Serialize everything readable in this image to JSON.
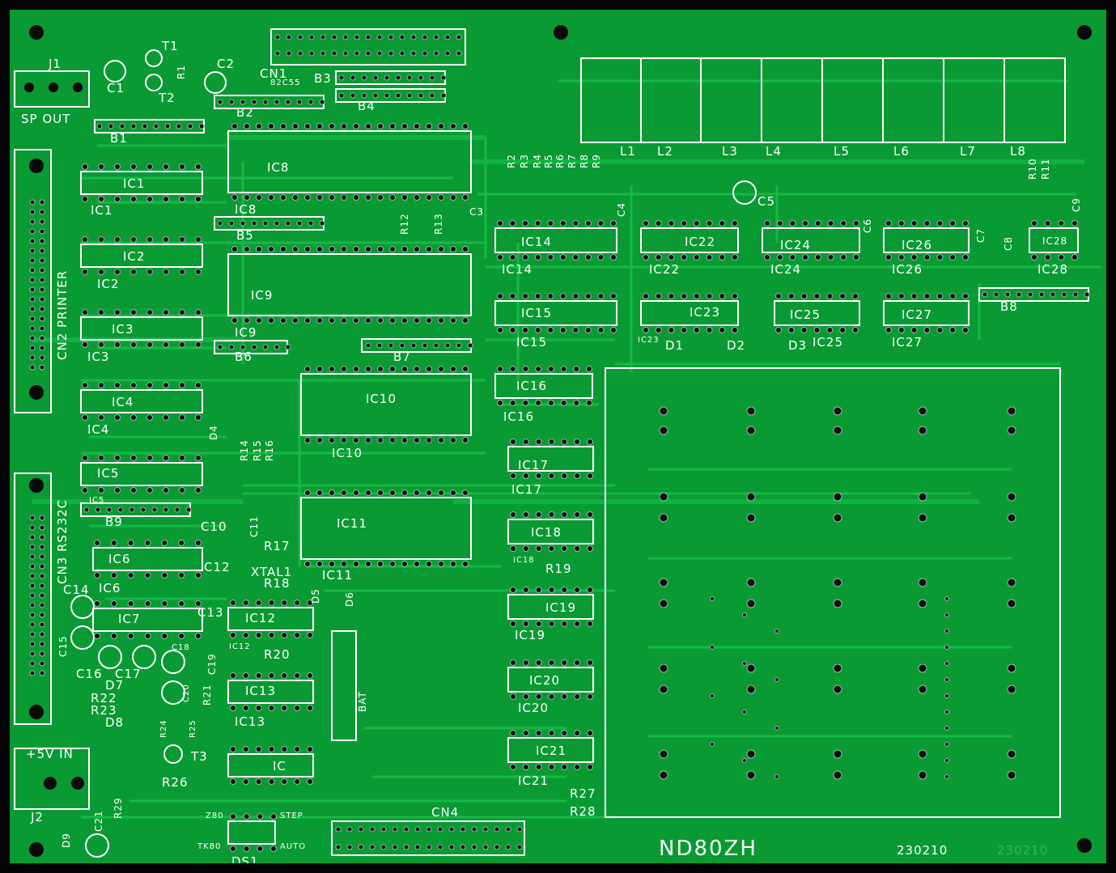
{
  "board": {
    "name": "ND80ZH",
    "revision": "230210",
    "revision_ghost": "230210",
    "colors": {
      "solder_mask": "#0a9a33",
      "trace": "#13b843",
      "silkscreen": "#ffffff",
      "pad": "#111111"
    }
  },
  "connectors": {
    "sp_out": "SP OUT",
    "j1": "J1",
    "j2": "J2",
    "power": "+5V IN",
    "cn1": "CN1",
    "cn1_sub": "82C55",
    "cn2": "CN2 PRINTER",
    "cn3": "CN3 RS232C",
    "cn4": "CN4"
  },
  "ics": {
    "IC1": "IC1",
    "IC2": "IC2",
    "IC3": "IC3",
    "IC4": "IC4",
    "IC5": "IC5",
    "IC6": "IC6",
    "IC7": "IC7",
    "IC8": "IC8",
    "IC9": "IC9",
    "IC10": "IC10",
    "IC11": "IC11",
    "IC12": "IC12",
    "IC13": "IC13",
    "IC": "IC",
    "IC14": "IC14",
    "IC15": "IC15",
    "IC16": "IC16",
    "IC17": "IC17",
    "IC18": "IC18",
    "IC19": "IC19",
    "IC20": "IC20",
    "IC21": "IC21",
    "IC22": "IC22",
    "IC23": "IC23",
    "IC24": "IC24",
    "IC25": "IC25",
    "IC26": "IC26",
    "IC27": "IC27",
    "IC28": "IC28"
  },
  "headers": {
    "B1": "B1",
    "B2": "B2",
    "B3": "B3",
    "B4": "B4",
    "B5": "B5",
    "B6": "B6",
    "B7": "B7",
    "B8": "B8",
    "B9": "B9"
  },
  "leds": [
    "L1",
    "L2",
    "L3",
    "L4",
    "L5",
    "L6",
    "L7",
    "L8"
  ],
  "resistors_top": [
    "R2",
    "R3",
    "R4",
    "R5",
    "R6",
    "R7",
    "R8",
    "R9"
  ],
  "labels": {
    "T1": "T1",
    "T2": "T2",
    "T3": "T3",
    "C1": "C1",
    "C2": "C2",
    "R1": "R1",
    "C3": "C3",
    "C4": "C4",
    "C5": "C5",
    "C6": "C6",
    "C7": "C7",
    "C8": "C8",
    "C9": "C9",
    "R10": "R10",
    "R11": "R11",
    "R12": "R12",
    "R13": "R13",
    "R14": "R14",
    "R15": "R15",
    "R16": "R16",
    "R17": "R17",
    "R18": "R18",
    "R19": "R19",
    "R20": "R20",
    "R21": "R21",
    "R22": "R22",
    "R23": "R23",
    "R24": "R24",
    "R25": "R25",
    "R26": "R26",
    "R27": "R27",
    "R28": "R28",
    "R29": "R29",
    "C10": "C10",
    "C11": "C11",
    "C12": "C12",
    "C13": "C13",
    "C14": "C14",
    "C15": "C15",
    "C16": "C16",
    "C17": "C17",
    "C18": "C18",
    "C19": "C19",
    "C20": "C20",
    "C21": "C21",
    "D1": "D1",
    "D2": "D2",
    "D3": "D3",
    "D4": "D4",
    "D5": "D5",
    "D6": "D6",
    "D7": "D7",
    "D8": "D8",
    "D9": "D9",
    "XTAL1": "XTAL1",
    "BAT": "BAT",
    "Z80": "Z80",
    "TK80": "TK80",
    "STEP": "STEP",
    "AUTO": "AUTO",
    "DS1": "DS1"
  }
}
